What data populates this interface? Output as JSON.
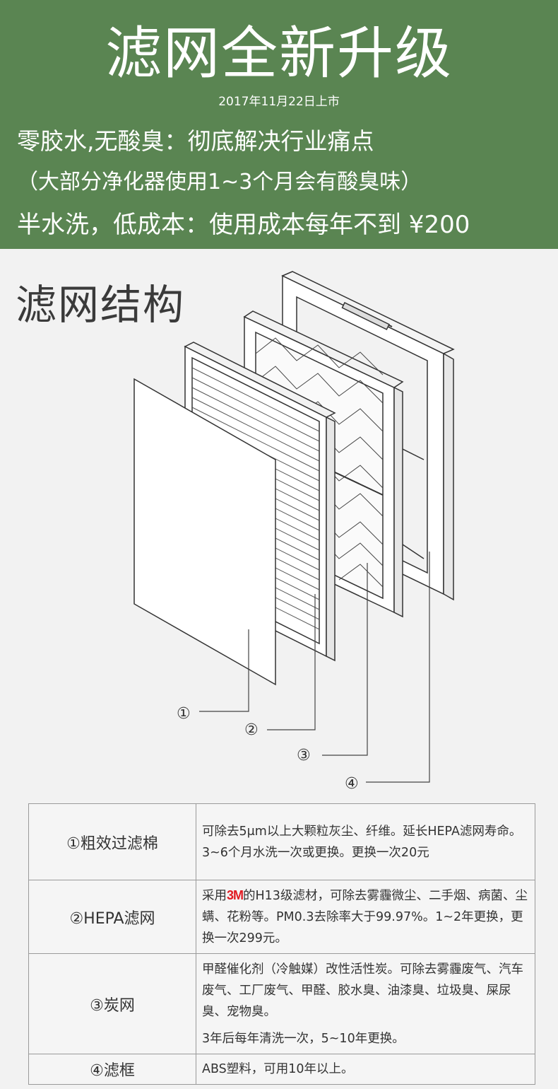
{
  "banner": {
    "title": "滤网全新升级",
    "date": "2017年11月22日上市",
    "line1": "零胶水,无酸臭：彻底解决行业痛点",
    "line2": "（大部分净化器使用1~3个月会有酸臭味）",
    "line3": "半水洗，低成本：使用成本每年不到 ¥200",
    "bg_color": "#5a8552"
  },
  "structure": {
    "title": "滤网结构",
    "callouts": [
      "①",
      "②",
      "③",
      "④"
    ]
  },
  "table": {
    "rows": [
      {
        "name": "①粗效过滤棉",
        "desc": [
          "可除去5μm以上大颗粒灰尘、纤维。延长HEPA滤网寿命。3~6个月水洗一次或更换。更换一次20元"
        ]
      },
      {
        "name": "②HEPA滤网",
        "desc_prefix": "采用",
        "brand": "3M",
        "desc_suffix": "的H13级滤材，可除去雾霾微尘、二手烟、病菌、尘螨、花粉等。PM0.3去除率大于99.97%。1~2年更换，更换一次299元。"
      },
      {
        "name": "③炭网",
        "desc": [
          "甲醛催化剂（冷触媒）改性活性炭。可除去雾霾废气、汽车废气、工厂废气、甲醛、胶水臭、油漆臭、垃圾臭、屎尿臭、宠物臭。",
          "3年后每年清洗一次，5~10年更换。"
        ]
      },
      {
        "name": "④滤框",
        "desc": [
          "ABS塑料，可用10年以上。"
        ]
      }
    ]
  }
}
